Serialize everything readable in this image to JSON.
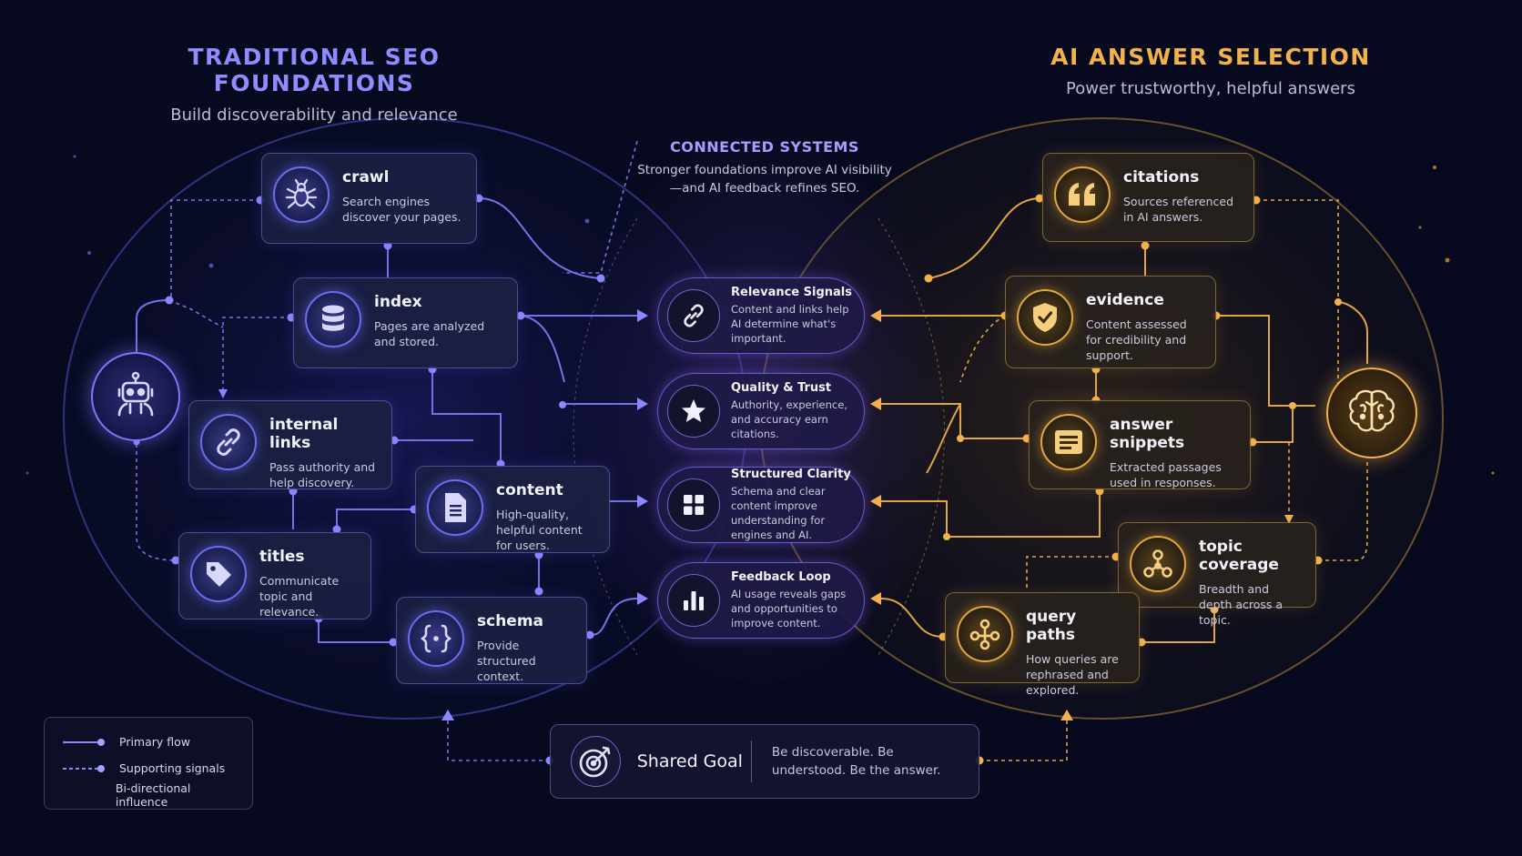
{
  "left_header": {
    "title": "TRADITIONAL SEO FOUNDATIONS",
    "subtitle": "Build discoverability and relevance",
    "color": "#8f8cff"
  },
  "right_header": {
    "title": "AI ANSWER SELECTION",
    "subtitle": "Power trustworthy, helpful answers",
    "color": "#f2b14a"
  },
  "center": {
    "title": "CONNECTED SYSTEMS",
    "description": "Stronger foundations improve AI visibility—and AI feedback refines SEO."
  },
  "left_hub_icon": "robot-icon",
  "right_hub_icon": "brain-icon",
  "seo_nodes": [
    {
      "icon": "spider-icon",
      "title": "crawl",
      "description": "Search engines discover your pages."
    },
    {
      "icon": "database-icon",
      "title": "index",
      "description": "Pages are analyzed and stored."
    },
    {
      "icon": "link-icon",
      "title": "internal links",
      "description": "Pass authority and help discovery."
    },
    {
      "icon": "document-icon",
      "title": "content",
      "description": "High-quality, helpful content for users."
    },
    {
      "icon": "tag-icon",
      "title": "titles",
      "description": "Communicate topic and relevance."
    },
    {
      "icon": "braces-icon",
      "title": "schema",
      "description": "Provide structured context."
    }
  ],
  "center_signals": [
    {
      "icon": "link-icon",
      "title": "Relevance Signals",
      "description": "Content and links help AI determine what's important."
    },
    {
      "icon": "star-icon",
      "title": "Quality & Trust",
      "description": "Authority, experience, and accuracy earn citations."
    },
    {
      "icon": "grid-icon",
      "title": "Structured Clarity",
      "description": "Schema and clear content improve understanding for engines and AI."
    },
    {
      "icon": "bar-chart-icon",
      "title": "Feedback Loop",
      "description": "AI usage reveals gaps and opportunities to improve content."
    }
  ],
  "ai_nodes": [
    {
      "icon": "quote-icon",
      "title": "citations",
      "description": "Sources referenced in AI answers."
    },
    {
      "icon": "shield-check-icon",
      "title": "evidence",
      "description": "Content assessed for credibility and support."
    },
    {
      "icon": "snippet-icon",
      "title": "answer snippets",
      "description": "Extracted passages used in responses."
    },
    {
      "icon": "share-icon",
      "title": "topic coverage",
      "description": "Breadth and depth across a topic."
    },
    {
      "icon": "network-icon",
      "title": "query paths",
      "description": "How queries are rephrased and explored."
    }
  ],
  "legend": [
    {
      "label": "Primary flow"
    },
    {
      "label": "Supporting signals"
    },
    {
      "label": "Bi-directional influence"
    }
  ],
  "goal": {
    "icon": "target-icon",
    "title": "Shared Goal",
    "description": "Be discoverable. Be understood. Be the answer."
  }
}
